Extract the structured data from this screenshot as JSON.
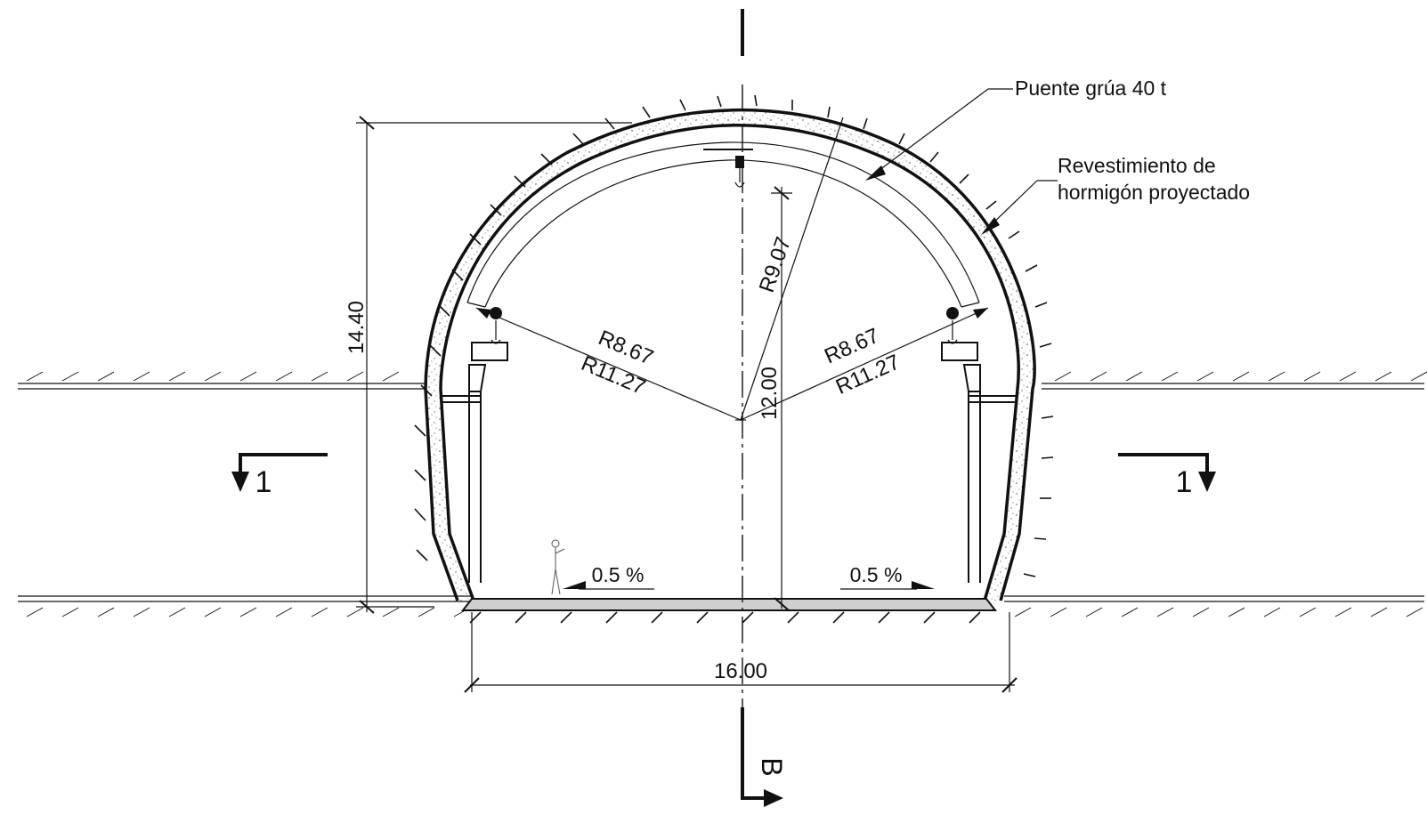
{
  "labels": {
    "crane": "Puente grúa 40 t",
    "lining_line1": "Revestimiento de",
    "lining_line2": "hormigón proyectado"
  },
  "dimensions": {
    "height": "14.40",
    "width": "16.00",
    "inner_height": "12.00",
    "crown_radius": "R9.07",
    "left_radius_inner": "R8.67",
    "left_radius_outer": "R11.27",
    "right_radius_inner": "R8.67",
    "right_radius_outer": "R11.27"
  },
  "slopes": {
    "left": "0.5 %",
    "right": "0.5 %"
  },
  "section_marks": {
    "left": "1",
    "right": "1",
    "bottom": "B"
  },
  "colors": {
    "line": "#111111",
    "fill_floor": "#cfcfcf"
  }
}
